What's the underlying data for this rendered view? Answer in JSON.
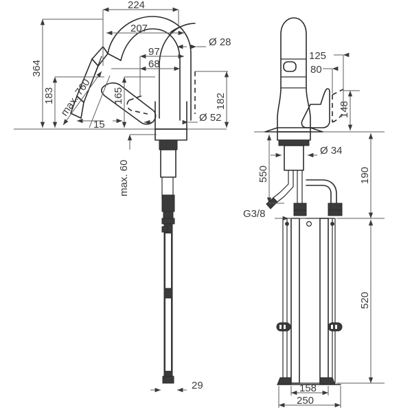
{
  "drawing": {
    "title": "Kitchen mixer tap — dimensional drawing",
    "units": "mm",
    "line_color": "#2b2b2b",
    "dim_color": "#5a5a5a",
    "background": "#ffffff"
  },
  "views": {
    "front": {
      "name": "front-elevation-view"
    },
    "side": {
      "name": "side-elevation-view"
    }
  },
  "dimensions": {
    "front": {
      "reach_total": "224",
      "reach_spout": "207",
      "offset_97": "97",
      "offset_68": "68",
      "height_total": "364",
      "height_lever": "183",
      "height_spout_base": "165",
      "hose_pull_out": "max. 760",
      "swivel_angle": "15",
      "clearance_below_deck": "max. 60",
      "spout_outlet_dia": "Ø 28",
      "base_dia": "Ø 52",
      "height_182": "182",
      "hose_width": "29"
    },
    "side": {
      "lever_reach": "125",
      "lever_reach_inner": "80",
      "lever_height": "148",
      "shank_dia": "Ø 34",
      "hose_length": "550",
      "connection_thread": "G3/8",
      "clearance_190": "190",
      "hose_drop_520": "520",
      "base_inner_width": "158",
      "base_outer_width": "250"
    }
  }
}
